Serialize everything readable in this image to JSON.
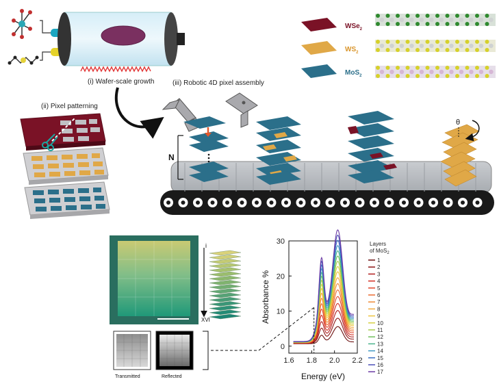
{
  "panels": {
    "growth_label": "(i) Wafer-scale growth",
    "patterning_label": "(ii) Pixel patterning",
    "assembly_label": "(iii) Robotic 4D pixel assembly",
    "stack_count_label": "N",
    "angle_label": "θ"
  },
  "materials": [
    {
      "name": "WSe",
      "sub": "2",
      "color": "#7a1226"
    },
    {
      "name": "WS",
      "sub": "2",
      "color": "#e0a847"
    },
    {
      "name": "MoS",
      "sub": "2",
      "color": "#2b6f8a"
    }
  ],
  "sample": {
    "stack_top_label": "i",
    "stack_bottom_label": "XVI",
    "transmitted_label": "Transmitted",
    "reflected_label": "Reflected"
  },
  "chart_data": {
    "type": "line",
    "xlabel": "Energy (eV)",
    "ylabel": "Absorbance %",
    "xlim": [
      1.6,
      2.2
    ],
    "ylim": [
      -2,
      30
    ],
    "xticks": [
      1.6,
      1.8,
      2.0,
      2.2
    ],
    "yticks": [
      0,
      10,
      20,
      30
    ],
    "legend_title_line1": "Layers",
    "legend_title_line2": "of MoS",
    "legend_title_sub": "2",
    "legend_position": "right",
    "dashed_marker_x": 1.82,
    "series": [
      {
        "name": "1",
        "color": "#6b0f0f",
        "peakA": 2.0,
        "peakB": 4.4,
        "base": 1.2
      },
      {
        "name": "2",
        "color": "#8c1414",
        "peakA": 3.3,
        "peakB": 6.0,
        "base": 2.0
      },
      {
        "name": "3",
        "color": "#b01c1c",
        "peakA": 4.6,
        "peakB": 7.6,
        "base": 2.6
      },
      {
        "name": "4",
        "color": "#d22b20",
        "peakA": 5.9,
        "peakB": 9.0,
        "base": 3.2
      },
      {
        "name": "5",
        "color": "#e0452a",
        "peakA": 7.1,
        "peakB": 10.4,
        "base": 3.8
      },
      {
        "name": "6",
        "color": "#ea6a30",
        "peakA": 8.2,
        "peakB": 11.8,
        "base": 4.3
      },
      {
        "name": "7",
        "color": "#ef8a36",
        "peakA": 9.3,
        "peakB": 13.1,
        "base": 4.8
      },
      {
        "name": "8",
        "color": "#f2a93c",
        "peakA": 10.3,
        "peakB": 14.3,
        "base": 5.3
      },
      {
        "name": "9",
        "color": "#eec43e",
        "peakA": 11.2,
        "peakB": 15.5,
        "base": 5.8
      },
      {
        "name": "10",
        "color": "#d6d042",
        "peakA": 12.0,
        "peakB": 16.6,
        "base": 6.2
      },
      {
        "name": "11",
        "color": "#a9cc4a",
        "peakA": 12.8,
        "peakB": 17.7,
        "base": 6.6
      },
      {
        "name": "12",
        "color": "#6fbf5a",
        "peakA": 13.6,
        "peakB": 18.8,
        "base": 7.0
      },
      {
        "name": "13",
        "color": "#48b38a",
        "peakA": 14.3,
        "peakB": 19.9,
        "base": 7.4
      },
      {
        "name": "14",
        "color": "#3f98c2",
        "peakA": 15.0,
        "peakB": 21.0,
        "base": 7.8
      },
      {
        "name": "15",
        "color": "#3a6fc4",
        "peakA": 15.7,
        "peakB": 22.1,
        "base": 8.2
      },
      {
        "name": "16",
        "color": "#4b4fb8",
        "peakA": 16.4,
        "peakB": 23.2,
        "base": 8.6
      },
      {
        "name": "17",
        "color": "#6a3aa4",
        "peakA": 17.1,
        "peakB": 24.3,
        "base": 9.0
      }
    ]
  }
}
